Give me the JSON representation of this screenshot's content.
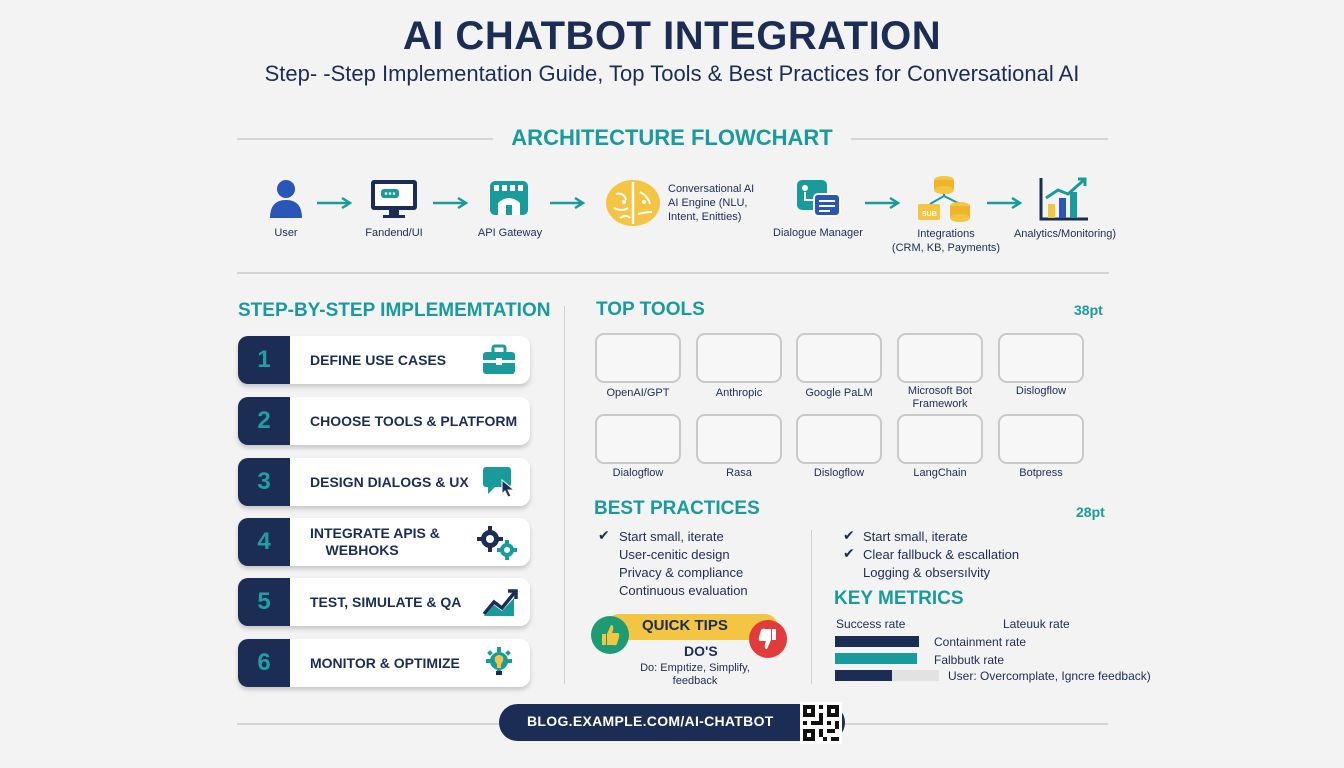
{
  "header": {
    "title": "AI CHATBOT INTEGRATION",
    "subtitle": "Step- -Step Implementation Guide, Top Tools & Best Practices for Conversational AI"
  },
  "architecture": {
    "title": "ARCHITECTURE FLOWCHART",
    "nodes": [
      {
        "label": "User",
        "icon": "user-icon"
      },
      {
        "label": "Fandend/UI",
        "icon": "monitor-icon"
      },
      {
        "label": "API Gateway",
        "icon": "gateway-icon"
      },
      {
        "label": "Conversational AI\nAI Engine (NLU,\nIntent, Enitties)",
        "icon": "brain-icon"
      },
      {
        "label": "Dialogue Manager",
        "icon": "dialogue-icon"
      },
      {
        "label": "Integrations\n(CRM, KB, Payments)",
        "icon": "database-icon"
      },
      {
        "label": "Analytics/Monitoring)",
        "icon": "chart-icon"
      }
    ]
  },
  "steps": {
    "title": "STEP-BY-STEP IMPLEMEMTATION",
    "items": [
      {
        "num": "1",
        "label": "DEFINE USE CASES",
        "icon": "briefcase-icon"
      },
      {
        "num": "2",
        "label": "CHOOSE TOOLS & PLATFORM",
        "icon": ""
      },
      {
        "num": "3",
        "label": "DESIGN DIALOGS & UX",
        "icon": "chat-cursor-icon"
      },
      {
        "num": "4",
        "label": "INTEGRATE APIS &\n    WEBHOKS",
        "icon": "gears-icon"
      },
      {
        "num": "5",
        "label": "TEST, SIMULATE & QA",
        "icon": "trend-chart-icon"
      },
      {
        "num": "6",
        "label": "MONITOR & OPTIMIZE",
        "icon": "lightbulb-gear-icon"
      }
    ]
  },
  "tools": {
    "title": "TOP TOOLS",
    "size_note": "38pt",
    "items": [
      "OpenAI/GPT",
      "Anthropic",
      "Google PaLM",
      "Microsoft Bot\nFramework",
      "Dislogflow",
      "Dialogflow",
      "Rasa",
      "Dislogflow",
      "LangChain",
      "Botpress"
    ]
  },
  "best_practices": {
    "title": "BEST PRACTICES",
    "size_note": "28pt",
    "left": [
      {
        "text": "Start small, iterate",
        "check": true
      },
      {
        "text": "User-cenitic design",
        "check": false
      },
      {
        "text": "Privacy & compliance",
        "check": false
      },
      {
        "text": "Continuous evaluation",
        "check": false
      }
    ],
    "right": [
      {
        "text": "Start small, iterate",
        "check": true
      },
      {
        "text": "Clear fallbuck & escallation",
        "check": true
      },
      {
        "text": "Logging & obsersılvity",
        "check": false
      }
    ]
  },
  "quick_tips": {
    "title": "QUICK TIPS",
    "dos": "DO'S",
    "dos_text": "Do: Empıtize, Simplify,\nfeedback",
    "thumbs_up": "thumbs-up-icon",
    "thumbs_down": "thumbs-down-icon"
  },
  "metrics": {
    "title": "KEY METRICS",
    "labels": [
      "Success rate",
      "Lateuuk rate",
      "Containment rate",
      "Falbbutk rate",
      "User: Overcomplate, Igncre feedback)"
    ],
    "bars": [
      {
        "fill": 1.0,
        "color": "#1b2d55"
      },
      {
        "fill": 1.0,
        "color": "#1a9b9b"
      },
      {
        "fill": 0.55,
        "color": "#1b2d55"
      }
    ]
  },
  "footer": {
    "url": "BLOG.EXAMPLE.COM/AI-CHATBOT",
    "qr": "qr-code-icon"
  },
  "colors": {
    "navy": "#1b2d55",
    "teal": "#1a9b9b",
    "gold": "#f4c542",
    "red": "#e23b3b",
    "green": "#1d9b74"
  }
}
